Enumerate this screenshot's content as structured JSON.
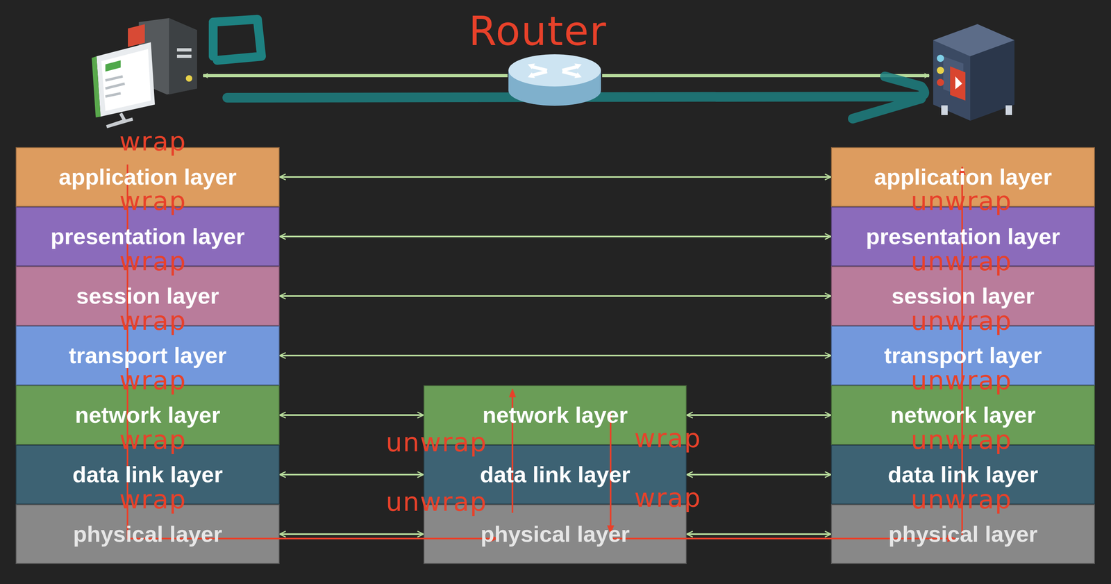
{
  "diagram": {
    "nodes": [
      {
        "text": [
          "application layer"
        ]
      },
      {
        "text": [
          "presentation layer"
        ]
      },
      {
        "text": [
          "session layer"
        ]
      },
      {
        "text": [
          "transport layer"
        ]
      },
      {
        "text": [
          "network layer"
        ]
      },
      {
        "text": [
          "data link layer"
        ]
      },
      {
        "text": [
          "physical layer"
        ]
      },
      {
        "text": [
          "network layer"
        ]
      },
      {
        "text": [
          "data link layer"
        ]
      },
      {
        "text": [
          "physical layer"
        ]
      },
      {
        "text": [
          "application layer"
        ]
      },
      {
        "text": [
          "presentation layer"
        ]
      },
      {
        "text": [
          "session layer"
        ]
      },
      {
        "text": [
          "transport layer"
        ]
      },
      {
        "text": [
          "network layer"
        ]
      },
      {
        "text": [
          "data link layer"
        ]
      },
      {
        "text": [
          "physical layer"
        ]
      }
    ],
    "edges": [
      {
        "from": 0,
        "to": 10,
        "arrow": "both"
      },
      {
        "from": 1,
        "to": 11,
        "arrow": "both"
      },
      {
        "from": 2,
        "to": 12,
        "arrow": "both"
      },
      {
        "from": 3,
        "to": 13,
        "arrow": "both"
      },
      {
        "from": 4,
        "to": 7,
        "arrow": "both"
      },
      {
        "from": 7,
        "to": 14,
        "arrow": "both"
      },
      {
        "from": 5,
        "to": 8,
        "arrow": "both"
      },
      {
        "from": 8,
        "to": 15,
        "arrow": "both"
      },
      {
        "from": 6,
        "to": 9,
        "arrow": "both"
      },
      {
        "from": 9,
        "to": 16,
        "arrow": "both"
      }
    ],
    "labels": [
      "Router",
      "wrap",
      "wrap",
      "wrap",
      "wrap",
      "wrap",
      "wrap",
      "wrap",
      "unwrap",
      "unwrap",
      "wrap",
      "wrap",
      "unwrap",
      "unwrap",
      "unwrap",
      "unwrap",
      "unwrap",
      "unwrap"
    ]
  }
}
